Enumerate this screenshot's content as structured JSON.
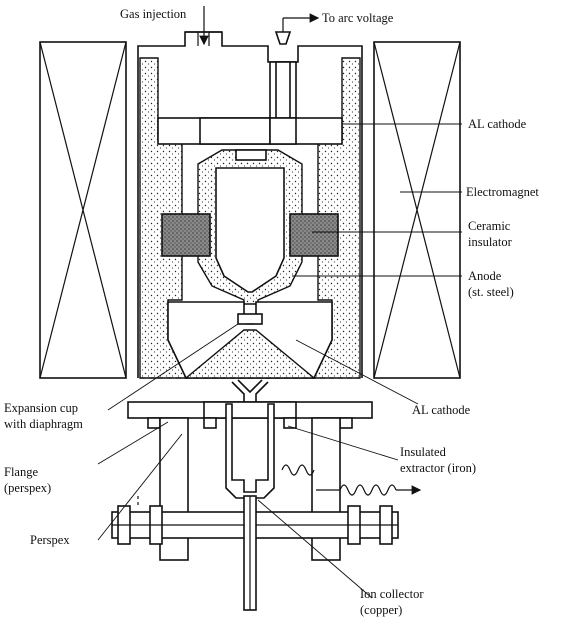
{
  "labels": {
    "gas_injection": "Gas injection",
    "to_arc_voltage": "To arc voltage",
    "al_cathode_top": "AL cathode",
    "electromagnet": "Electromagnet",
    "ceramic_1": "Ceramic",
    "ceramic_2": "insulator",
    "anode_1": "Anode",
    "anode_2": "(st. steel)",
    "expansion_1": "Expansion cup",
    "expansion_2": "with diaphragm",
    "al_cathode_bottom": "AL cathode",
    "flange_1": "Flange",
    "flange_2": "(perspex)",
    "insulated_1": "Insulated",
    "insulated_2": "extractor (iron)",
    "perspex": "Perspex",
    "ion_1": "Ion collector",
    "ion_2": "(copper)"
  }
}
